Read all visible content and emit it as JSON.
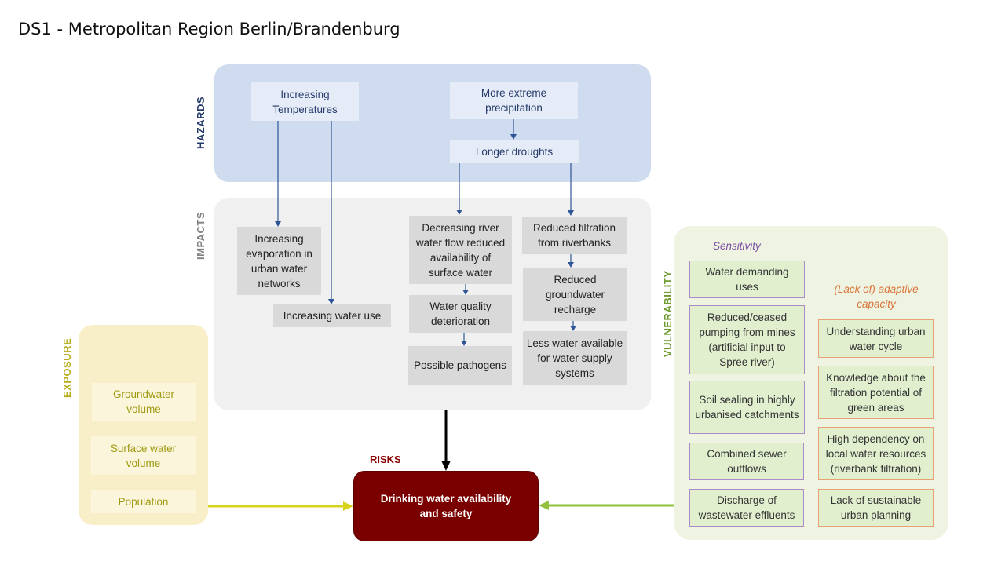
{
  "title": "DS1 - Metropolitan Region Berlin/Brandenburg",
  "colors": {
    "hazards_bg": "#cfdbee",
    "impacts_bg": "#f0f0f0",
    "exposure_bg": "#f8efc8",
    "vulnerability_bg": "#eef4e1",
    "risk_bg": "#7a0000",
    "arrow_blue": "#2f5597",
    "arrow_yellow": "#d9d21c",
    "arrow_green": "#92c13d"
  },
  "hazards": {
    "label": "HAZARDS",
    "items": [
      "Increasing Temperatures",
      "More extreme precipitation",
      "Longer droughts"
    ]
  },
  "impacts": {
    "label": "IMPACTS",
    "items": [
      "Increasing evaporation in urban water networks",
      "Increasing water use",
      "Decreasing river water flow reduced availability of surface water",
      "Water quality deterioration",
      "Possible pathogens",
      "Reduced filtration from riverbanks",
      "Reduced groundwater recharge",
      "Less water available for water supply systems"
    ]
  },
  "exposure": {
    "label": "EXPOSURE",
    "items": [
      "Groundwater volume",
      "Surface water volume",
      "Population"
    ]
  },
  "vulnerability": {
    "label": "VULNERABILITY",
    "sensitivity_label": "Sensitivity",
    "sensitivity": [
      "Water demanding uses",
      "Reduced/ceased pumping from mines (artificial input to Spree river)",
      "Soil sealing in highly urbanised catchments",
      "Combined sewer outflows",
      "Discharge of wastewater effluents"
    ],
    "adaptive_label": "(Lack of) adaptive capacity",
    "adaptive": [
      "Understanding urban water cycle",
      "Knowledge about the filtration potential of green areas",
      "High dependency on local water resources (riverbank filtration)",
      "Lack of sustainable urban planning"
    ]
  },
  "risks": {
    "label": "RISKS",
    "item": "Drinking water availability and safety"
  }
}
